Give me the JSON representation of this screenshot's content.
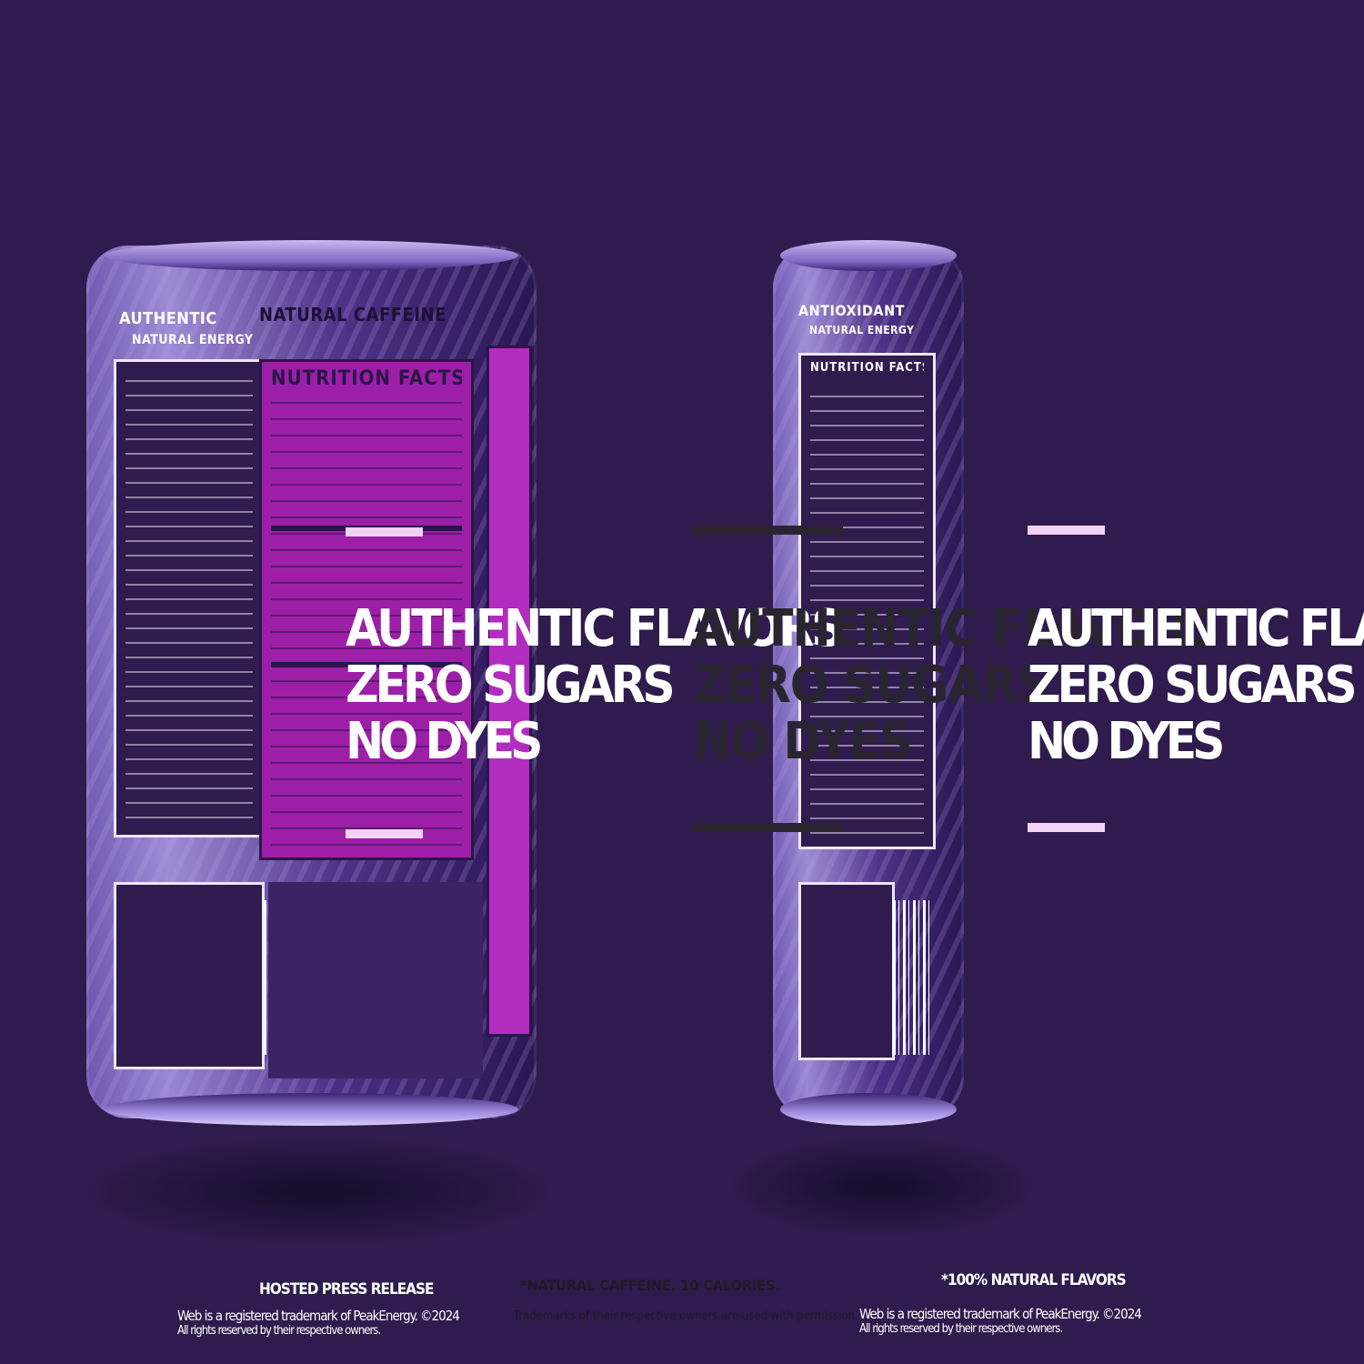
{
  "colors": {
    "background": "#2f1b4d",
    "callout_white": "#ffffff",
    "callout_dark": "#2a2430",
    "nutrition_magenta": "#9d1fa8",
    "rule_pink": "#f4d2f7"
  },
  "left_can": {
    "top_label": "AUTHENTIC",
    "sub_label": "NATURAL ENERGY",
    "nutrition_title": "NUTRITION FACTS",
    "top_banner": "NATURAL CAFFEINE"
  },
  "right_can": {
    "top_label": "ANTIOXIDANT",
    "sub_label": "NATURAL ENERGY",
    "nutrition_title": "NUTRITION FACTS"
  },
  "callouts": {
    "left": {
      "lines": [
        "AUTHENTIC FLAVORS",
        "ZERO SUGARS",
        "NO DYES"
      ]
    },
    "middle_ghost": {
      "lines": [
        "AUTHENTIC FLAVORS",
        "ZERO SUGARS",
        "NO DYES"
      ]
    },
    "right": {
      "lines": [
        "AUTHENTIC FLAVORS",
        "ZERO SUGARS",
        "NO DYES"
      ]
    }
  },
  "footer": {
    "left_line1": "HOSTED PRESS RELEASE",
    "left_line2": "Web is a registered trademark of PeakEnergy. ©2024",
    "left_line3": "All rights reserved by their respective owners.",
    "middle_line1": "*NATURAL CAFFEINE. 10 CALORIES.",
    "middle_line2": "Trademarks of their respective owners are used with permission.",
    "right_line1": "*100% NATURAL FLAVORS",
    "right_line2": "Web is a registered trademark of PeakEnergy. ©2024",
    "right_line3": "All rights reserved by their respective owners."
  }
}
